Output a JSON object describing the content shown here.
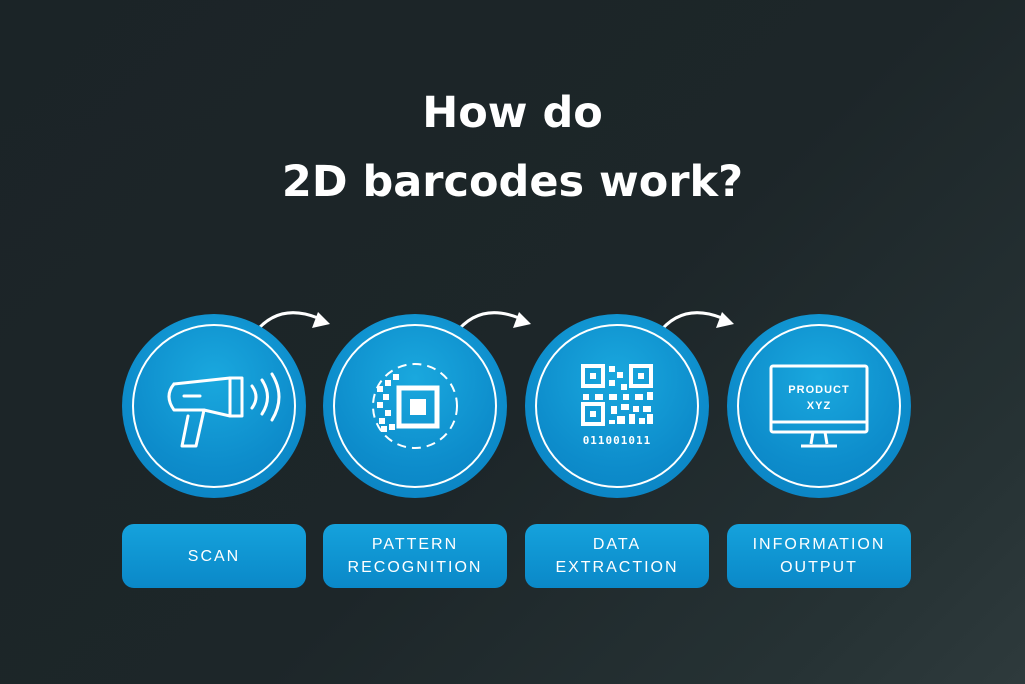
{
  "title": {
    "line1": "How do",
    "line2": "2D barcodes work?"
  },
  "steps": [
    {
      "icon": "barcode-scanner-icon",
      "label_lines": [
        "SCAN"
      ]
    },
    {
      "icon": "pattern-recognition-icon",
      "label_lines": [
        "PATTERN",
        "RECOGNITION"
      ]
    },
    {
      "icon": "qr-code-icon",
      "binary_text": "011001011",
      "label_lines": [
        "DATA",
        "EXTRACTION"
      ]
    },
    {
      "icon": "monitor-icon",
      "screen_text": [
        "PRODUCT",
        "XYZ"
      ],
      "label_lines": [
        "INFORMATION",
        "OUTPUT"
      ]
    }
  ],
  "colors": {
    "background": "#1d2629",
    "accent": "#0d8ccb",
    "text": "#ffffff"
  }
}
